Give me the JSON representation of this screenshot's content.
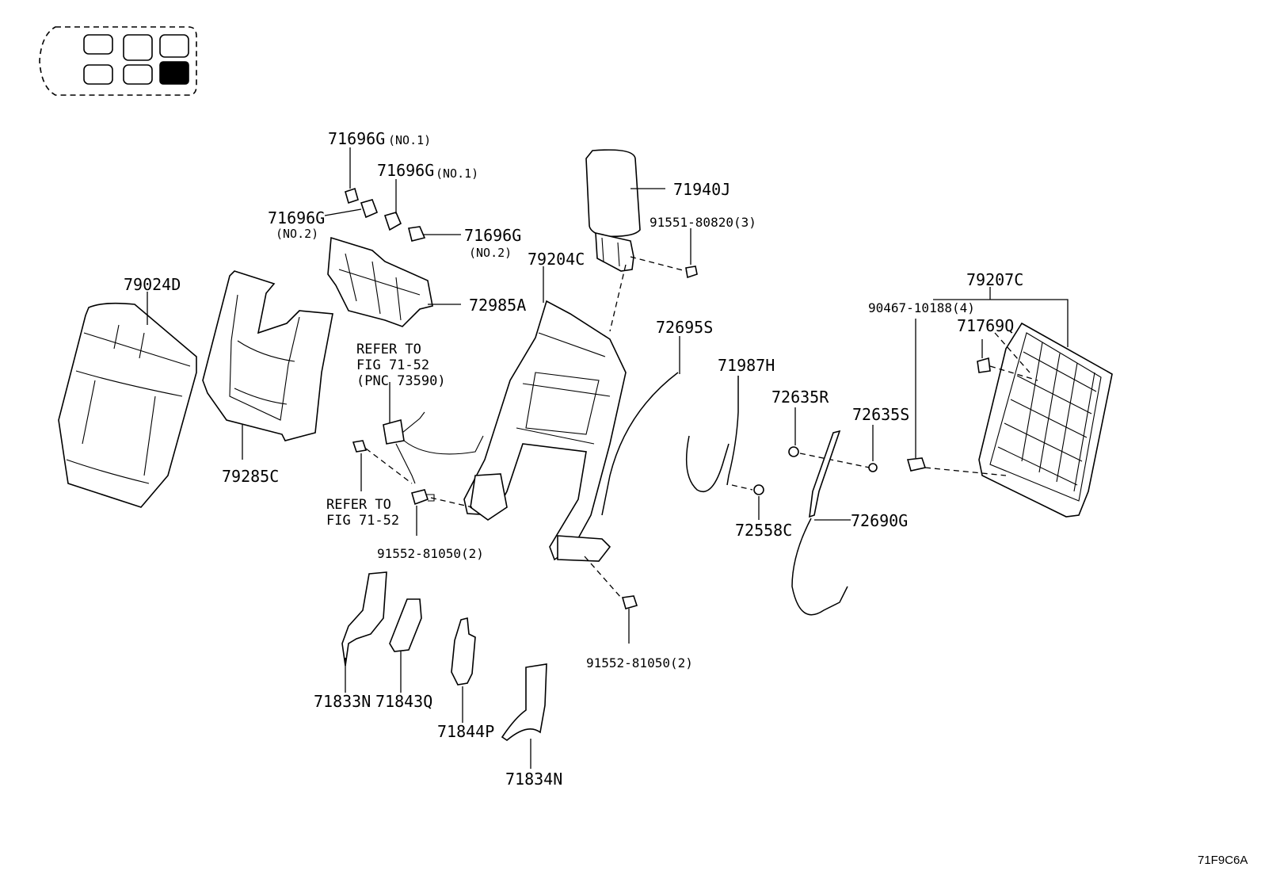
{
  "diagram": {
    "labels": {
      "l71696g_no1_a": "71696G",
      "l71696g_no1_a_note": "(NO.1)",
      "l71696g_no1_b": "71696G",
      "l71696g_no1_b_note": "(NO.1)",
      "l71696g_no2_a": "71696G",
      "l71696g_no2_a_note": "(NO.2)",
      "l71696g_no2_b": "71696G",
      "l71696g_no2_b_note": "(NO.2)",
      "l71940j": "71940J",
      "l91551": "91551-80820(3)",
      "l79204c": "79204C",
      "l72985a": "72985A",
      "l79024d": "79024D",
      "l79285c": "79285C",
      "l79207c": "79207C",
      "l90467": "90467-10188(4)",
      "l71769q": "71769Q",
      "l72695s": "72695S",
      "l71987h": "71987H",
      "l72635r": "72635R",
      "l72635s": "72635S",
      "l72558c": "72558C",
      "l72690g": "72690G",
      "l91552_a": "91552-81050(2)",
      "l91552_b": "91552-81050(2)",
      "l71833n": "71833N",
      "l71843q": "71843Q",
      "l71844p": "71844P",
      "l71834n": "71834N",
      "ref1_line1": "REFER TO",
      "ref1_line2": "FIG 71-52",
      "ref1_line3": "(PNC 73590)",
      "ref2_line1": "REFER TO",
      "ref2_line2": "FIG 71-52",
      "figure_code": "71F9C6A"
    }
  }
}
